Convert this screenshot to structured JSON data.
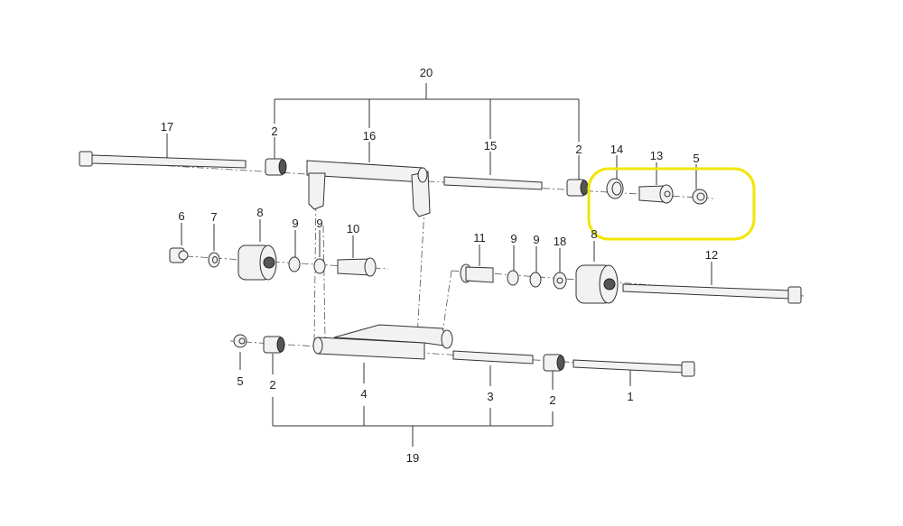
{
  "diagram": {
    "highlight_color": "#f2e600",
    "labels": {
      "assembly_top": "20",
      "assembly_bottom": "19",
      "p17": "17",
      "p2a": "2",
      "p16": "16",
      "p15": "15",
      "p2b": "2",
      "p14": "14",
      "p13": "13",
      "p5a": "5",
      "p6": "6",
      "p7": "7",
      "p8a": "8",
      "p9a": "9",
      "p9b": "9",
      "p10": "10",
      "p11": "11",
      "p9c": "9",
      "p9d": "9",
      "p18": "18",
      "p8b": "8",
      "p12": "12",
      "p5b": "5",
      "p2c": "2",
      "p4": "4",
      "p3": "3",
      "p2d": "2",
      "p1": "1"
    }
  }
}
